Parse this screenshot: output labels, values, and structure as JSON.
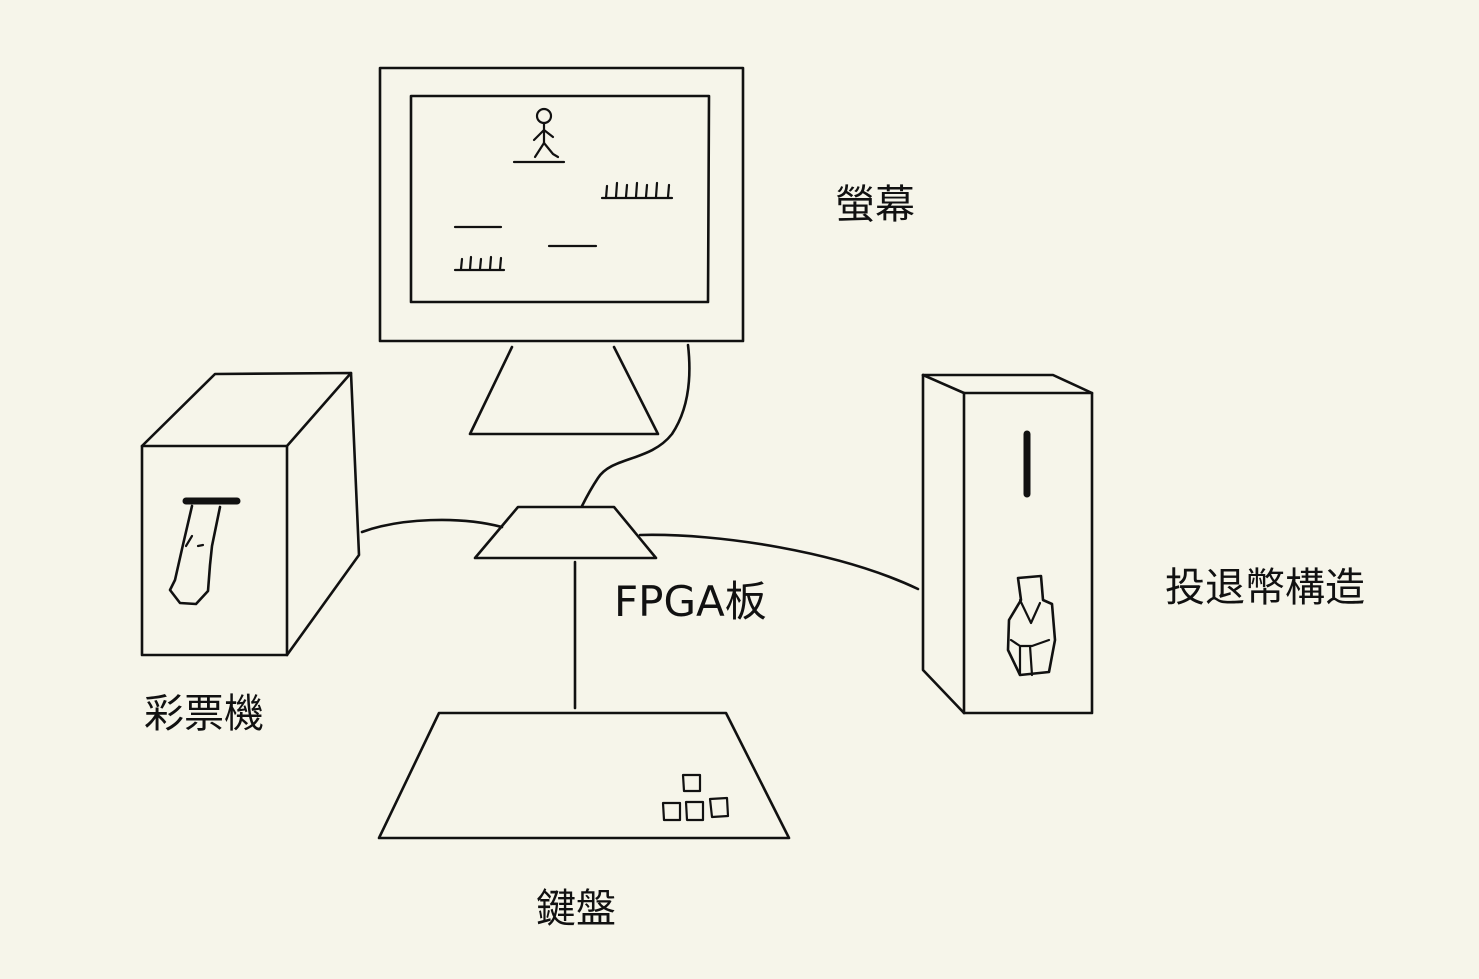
{
  "diagram": {
    "background": "#f6f5ea",
    "stroke_color": "#111111",
    "labels": {
      "monitor": "螢幕",
      "fpga": "FPGA板",
      "lottery": "彩票機",
      "coin": "投退幣構造",
      "keyboard": "鍵盤"
    },
    "components": [
      {
        "id": "monitor",
        "icon": "monitor-icon"
      },
      {
        "id": "fpga",
        "icon": "fpga-board-icon"
      },
      {
        "id": "lottery",
        "icon": "lottery-machine-icon"
      },
      {
        "id": "coin",
        "icon": "coin-mechanism-icon"
      },
      {
        "id": "keyboard",
        "icon": "keyboard-icon"
      }
    ],
    "connections": [
      {
        "from": "fpga",
        "to": "monitor"
      },
      {
        "from": "fpga",
        "to": "lottery"
      },
      {
        "from": "fpga",
        "to": "coin"
      },
      {
        "from": "fpga",
        "to": "keyboard"
      }
    ]
  }
}
